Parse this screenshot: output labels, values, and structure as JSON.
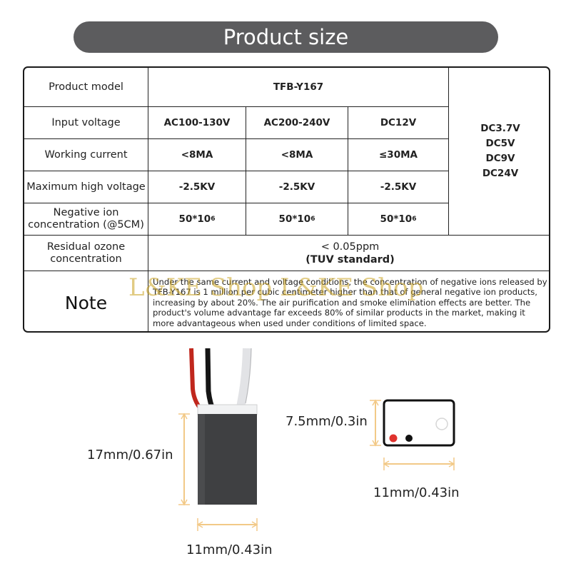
{
  "title": "Product size",
  "table": {
    "labels": {
      "model": "Product model",
      "input": "Input voltage",
      "current": "Working current",
      "hv": "Maximum high voltage",
      "ion_line1": "Negative ion",
      "ion_line2": "concentration (@5CM)",
      "ozone_line1": "Residual ozone",
      "ozone_line2": "concentration",
      "note": "Note"
    },
    "model_value": "TFB-Y167",
    "input_values": [
      "AC100-130V",
      "AC200-240V",
      "DC12V"
    ],
    "current_values": [
      "<8MA",
      "<8MA",
      "≤30MA"
    ],
    "hv_values": [
      "-2.5KV",
      "-2.5KV",
      "-2.5KV"
    ],
    "ion_values": {
      "base": "50*10",
      "exp": "6"
    },
    "dc_options": [
      "DC3.7V",
      "DC5V",
      "DC9V",
      "DC24V"
    ],
    "ozone_line1": "< 0.05ppm",
    "ozone_line2": "(TUV standard)",
    "note_text": "Under the same current and voltage conditions, the concentration of negative ions released by TFB-Y167 is 1 million per cubic centimeter higher than that of general negative ion products, increasing by about 20%. The air purification and smoke elimination effects are better. The product's volume advantage far exceeds 80% of similar products in the market, making it more advantageous when used under conditions of limited space."
  },
  "watermark": "L&KE Shop L&KE Shop",
  "dimensions": {
    "height": "17mm/0.67in",
    "width_front": "11mm/0.43in",
    "thickness": "7.5mm/0.3in",
    "width_top": "11mm/0.43in"
  },
  "colors": {
    "banner": "#5c5c5e",
    "module_body": "#3f4042",
    "dimension_line": "#f2c987",
    "red_dot": "#e0332e"
  }
}
